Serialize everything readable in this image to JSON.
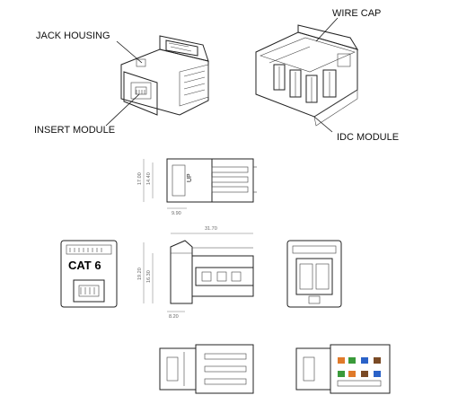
{
  "labels": {
    "jack_housing": "JACK HOUSING",
    "wire_cap": "WIRE CAP",
    "insert_module": "INSERT MODULE",
    "idc_module": "IDC MODULE",
    "cat6": "CAT 6",
    "up": "UP"
  },
  "dimensions": {
    "d_17_00": "17.00",
    "d_14_40": "14.40",
    "d_9_90": "9.90",
    "d_31_70": "31.70",
    "d_19_20": "19.20",
    "d_16_30": "16.30",
    "d_8_20": "8.20"
  },
  "colors": {
    "line": "#222222",
    "wire_orange": "#e07a2a",
    "wire_green": "#3a9a3a",
    "wire_blue": "#2a62c8",
    "wire_brown": "#7a4a25"
  }
}
